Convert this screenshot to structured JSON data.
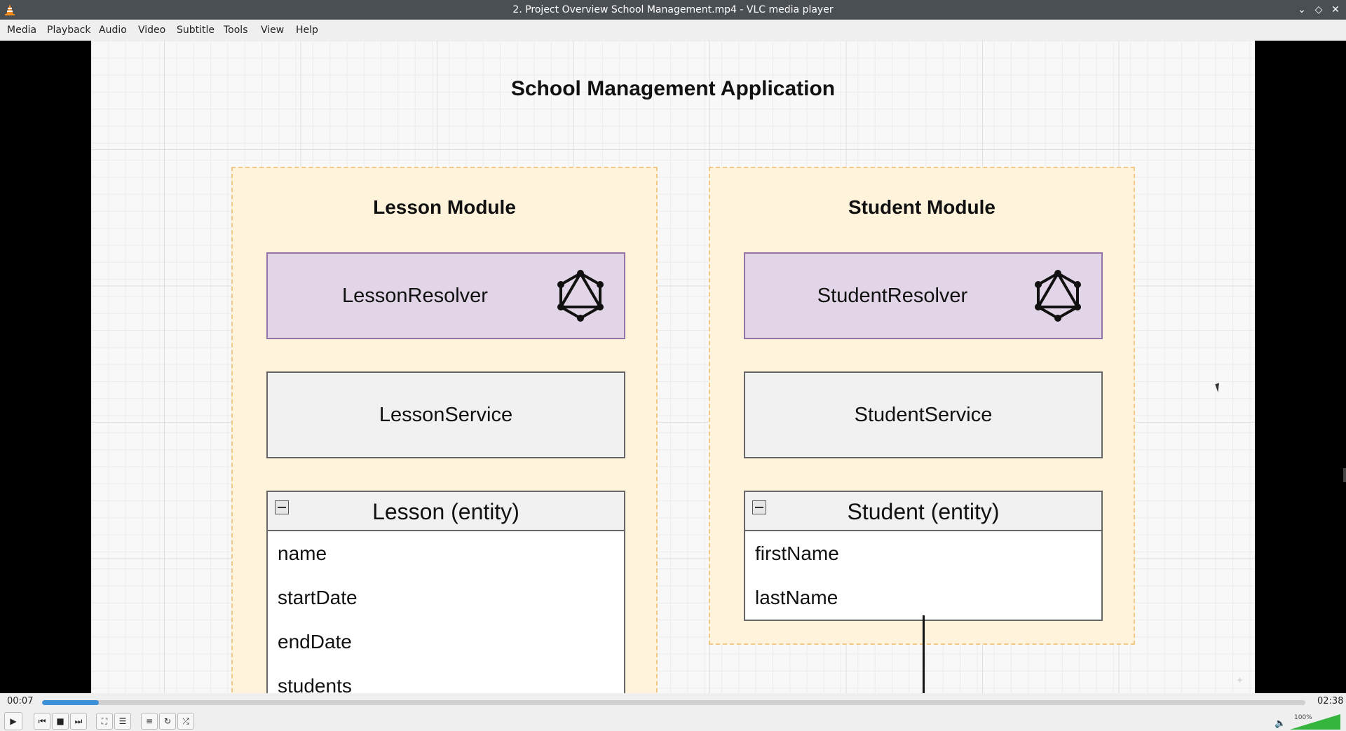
{
  "window": {
    "title": "2. Project Overview School Management.mp4 - VLC media player",
    "controls": {
      "minimize_icon": "chevron-down-icon",
      "maximize_icon": "diamond-icon",
      "close_icon": "close-icon"
    }
  },
  "menu": [
    "Media",
    "Playback",
    "Audio",
    "Video",
    "Subtitle",
    "Tools",
    "View",
    "Help"
  ],
  "diagram": {
    "title": "School Management Application",
    "lesson_module": {
      "title": "Lesson Module",
      "resolver": "LessonResolver",
      "service": "LessonService",
      "entity": "Lesson (entity)",
      "fields": [
        "name",
        "startDate",
        "endDate",
        "students"
      ]
    },
    "student_module": {
      "title": "Student Module",
      "resolver": "StudentResolver",
      "service": "StudentService",
      "entity": "Student (entity)",
      "fields": [
        "firstName",
        "lastName"
      ]
    }
  },
  "playback": {
    "elapsed": "00:07",
    "total": "02:38",
    "progress_fraction": 0.045,
    "volume": "100%",
    "volume_fraction": 1.0
  },
  "colors": {
    "seek_fill": "#3d8fd6",
    "volume_fill": "#35b53d",
    "module_bg": "#fff3dc",
    "resolver_bg": "#e1d5e7"
  }
}
